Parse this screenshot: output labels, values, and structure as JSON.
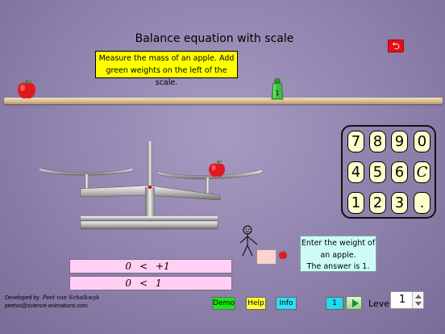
{
  "title": "Balance equation with scale",
  "instruction": {
    "line1": "Measure the mass of an apple. Add",
    "line2": "green weights on the left of the scale."
  },
  "shelf_weight_label": "1",
  "keypad": {
    "keys": [
      "7",
      "8",
      "9",
      "0",
      "4",
      "5",
      "6",
      "C",
      "1",
      "2",
      "3",
      "."
    ]
  },
  "answer_value": "",
  "hint": {
    "line1": "Enter the weight of",
    "line2": "an apple.",
    "line3": "The answer is 1."
  },
  "equations": [
    {
      "lhs": "0",
      "op": "<",
      "rhs": "+1"
    },
    {
      "lhs": "0",
      "op": "<",
      "rhs": "1"
    }
  ],
  "credit": {
    "developed_by": "Developed by",
    "name": "Peet van Schalkwyk",
    "email": "peetvs@science-animations.com"
  },
  "buttons": {
    "demo": "Demo",
    "help": "Help",
    "info": "Info"
  },
  "level": {
    "indicator": "1",
    "label": "Level",
    "value": "1"
  },
  "icons": {
    "back": "back-arrow-icon",
    "play": "play-icon",
    "apple": "apple-icon",
    "weight": "green-weight-icon"
  },
  "colors": {
    "background": "#958ab3",
    "instruction_bg": "#ffff00",
    "hint_bg": "#cdfcf7",
    "equation_bg": "#ffd0f3",
    "demo": "#19e619",
    "help": "#ffff33",
    "info": "#2fe0f8",
    "back": "#e3101b"
  }
}
